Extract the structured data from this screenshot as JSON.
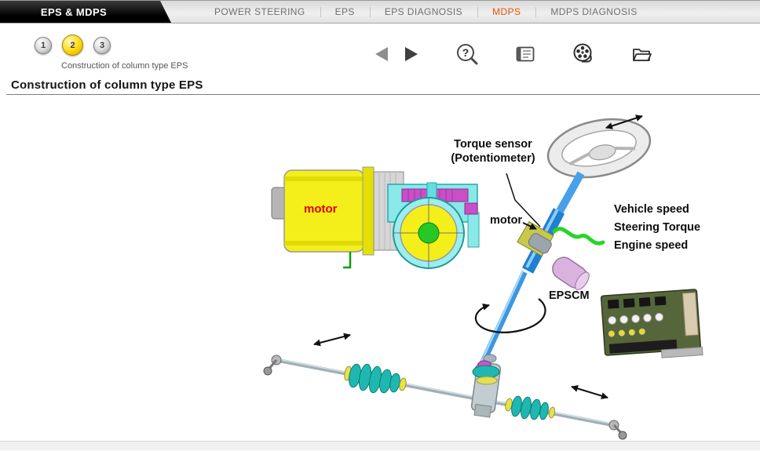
{
  "topbar": {
    "brand": "EPS & MDPS",
    "items": [
      {
        "label": "POWER STEERING",
        "active": false
      },
      {
        "label": "EPS",
        "active": false
      },
      {
        "label": "EPS DIAGNOSIS",
        "active": false
      },
      {
        "label": "MDPS",
        "active": true
      },
      {
        "label": "MDPS DIAGNOSIS",
        "active": false
      }
    ],
    "active_color": "#e35205"
  },
  "stepper": {
    "steps": [
      "1",
      "2",
      "3"
    ],
    "active_step": "2",
    "caption": "Construction of column type EPS"
  },
  "icons": {
    "prev": "left-triangle",
    "next": "right-triangle",
    "help": "question-magnifier",
    "help_glyph": "?",
    "notes": "notepad-lines",
    "media": "film-reel",
    "contents": "folder"
  },
  "page": {
    "title": "Construction of column type EPS"
  },
  "diagram": {
    "labels": {
      "torque_sensor_line1": "Torque sensor",
      "torque_sensor_line2": "(Potentiometer)",
      "motor_red": "motor",
      "motor_black": "motor",
      "signal_1": "Vehicle speed",
      "signal_2": "Steering Torque",
      "signal_3": "Engine speed",
      "epscm": "EPSCM"
    },
    "colors": {
      "column_blue": "#2f8fd6",
      "motor_yellow": "#f4ef1a",
      "housing_cyan": "#8ae8e8",
      "gear_magenta": "#c94fc9",
      "wire_green": "#2ad42a",
      "epscm_pink": "#d9b3dd",
      "boot_teal": "#1fb8b0",
      "motor_text_red": "#dd0000"
    }
  }
}
